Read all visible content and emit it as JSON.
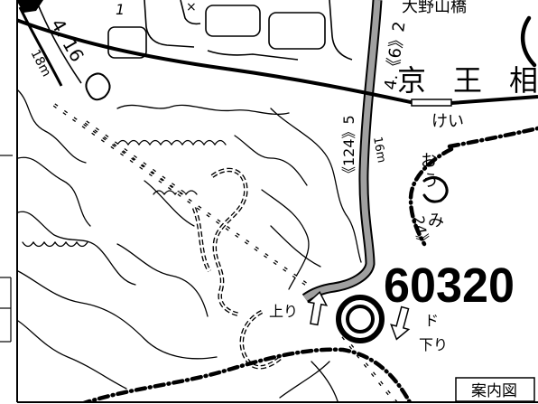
{
  "map": {
    "stop_code": "60320",
    "direction_up": "上り",
    "direction_down": "下り",
    "guide_box": "案内図",
    "place_labels": {
      "railway": "京王相",
      "bridge": "大野山橋",
      "kana_1": "けい",
      "kana_2": "お",
      "kana_3": "う",
      "kana_4": "み",
      "kana_5": "ド"
    },
    "road_labels": {
      "road_a": "4. 16",
      "road_b": "4.《6》2",
      "road_c": "《124》5",
      "road_d": "24》"
    },
    "elevation_labels": {
      "a": "18m",
      "b": "16m"
    },
    "symbols": {
      "a": "1",
      "b": "×"
    }
  },
  "colors": {
    "background": "#ffffff",
    "line": "#000000",
    "road_fill": "#a0a0a0"
  },
  "icons": {
    "stop_marker": "double-ring-circle-icon",
    "up_arrow": "hollow-up-arrow-icon",
    "down_arrow": "hollow-down-arrow-icon"
  }
}
